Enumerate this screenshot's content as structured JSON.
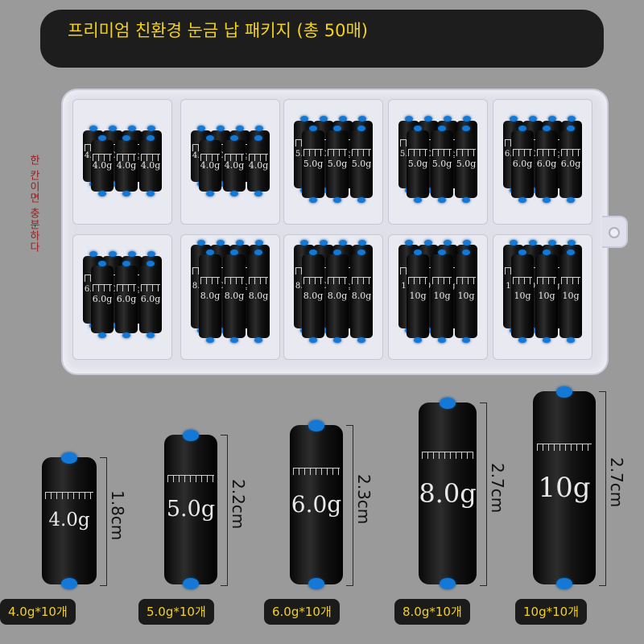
{
  "banner": {
    "title": "프리미엄 친환경 눈금 납 패키지 (총 50매)"
  },
  "side_note": "한 칸이면 충분하다",
  "colors": {
    "banner_bg": "#1d1d1d",
    "banner_text": "#f2d21b",
    "cap_blue": "#1479d6",
    "note_red": "#9b1c1c"
  },
  "tray": {
    "cells": [
      {
        "weight": "4.0g"
      },
      {
        "weight": "4.0g"
      },
      {
        "weight": "5.0g"
      },
      {
        "weight": "5.0g"
      },
      {
        "weight": "6.0g"
      },
      {
        "weight": "6.0g"
      },
      {
        "weight": "8.0g"
      },
      {
        "weight": "8.0g"
      },
      {
        "weight": "10g"
      },
      {
        "weight": "10g"
      }
    ]
  },
  "products": [
    {
      "weight": "4.0g",
      "height": "1.8cm",
      "count": "4.0g*10개"
    },
    {
      "weight": "5.0g",
      "height": "2.2cm",
      "count": "5.0g*10개"
    },
    {
      "weight": "6.0g",
      "height": "2.3cm",
      "count": "6.0g*10개"
    },
    {
      "weight": "8.0g",
      "height": "2.7cm",
      "count": "8.0g*10개"
    },
    {
      "weight": "10g",
      "height": "2.7cm",
      "count": "10g*10개"
    }
  ]
}
